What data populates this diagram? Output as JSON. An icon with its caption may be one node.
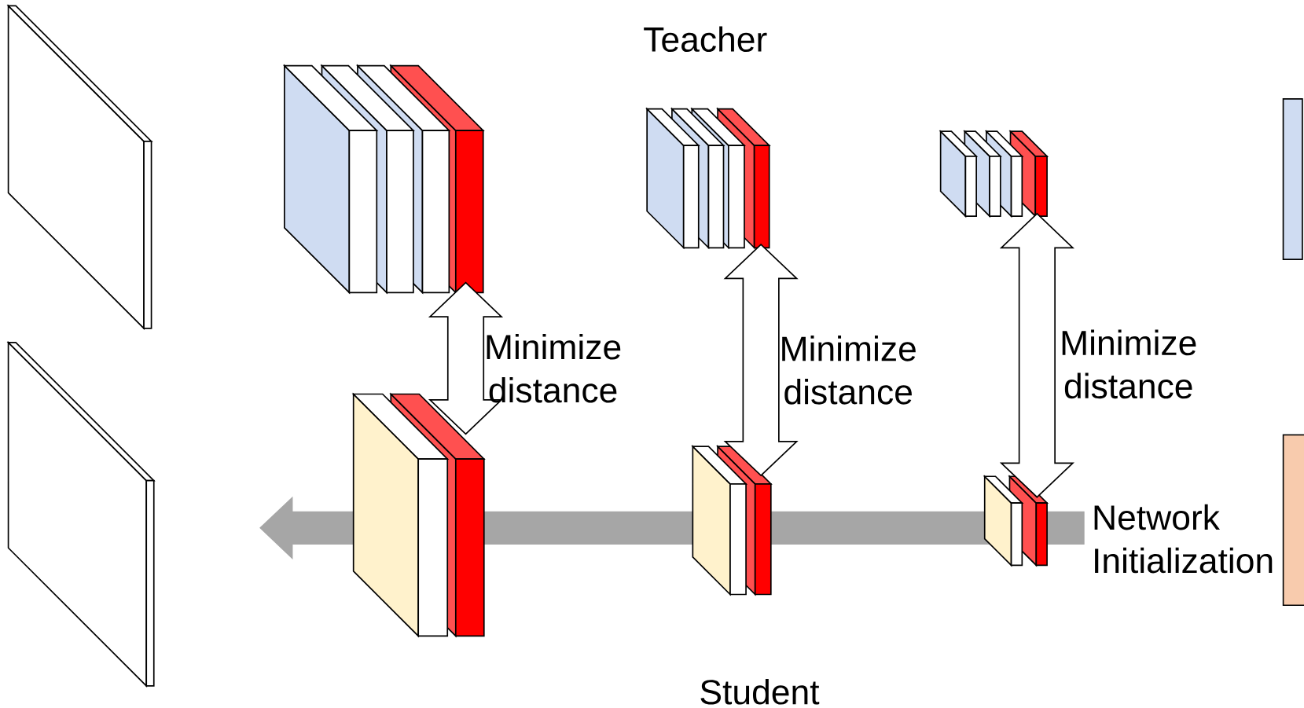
{
  "diagram": {
    "nodes": [
      {
        "text": [],
        "shape": "box"
      },
      {
        "text": [],
        "shape": "box"
      },
      {
        "text": [],
        "shape": "box"
      },
      {
        "text": [],
        "shape": "box"
      },
      {
        "text": [],
        "shape": "box"
      },
      {
        "text": [],
        "shape": "box"
      },
      {
        "text": [],
        "shape": "box"
      },
      {
        "text": [],
        "shape": "box"
      },
      {
        "text": [],
        "shape": "box"
      },
      {
        "text": [],
        "shape": "box"
      }
    ],
    "edges": [
      {
        "from": 6,
        "to": 2,
        "arrow": "both",
        "label": "Minimize distance"
      },
      {
        "from": 7,
        "to": 3,
        "arrow": "both",
        "label": "Minimize distance"
      },
      {
        "from": 8,
        "to": 4,
        "arrow": "both",
        "label": "Minimize distance"
      }
    ],
    "labels": [
      "Teacher",
      "Network Initialization",
      "Student"
    ]
  }
}
